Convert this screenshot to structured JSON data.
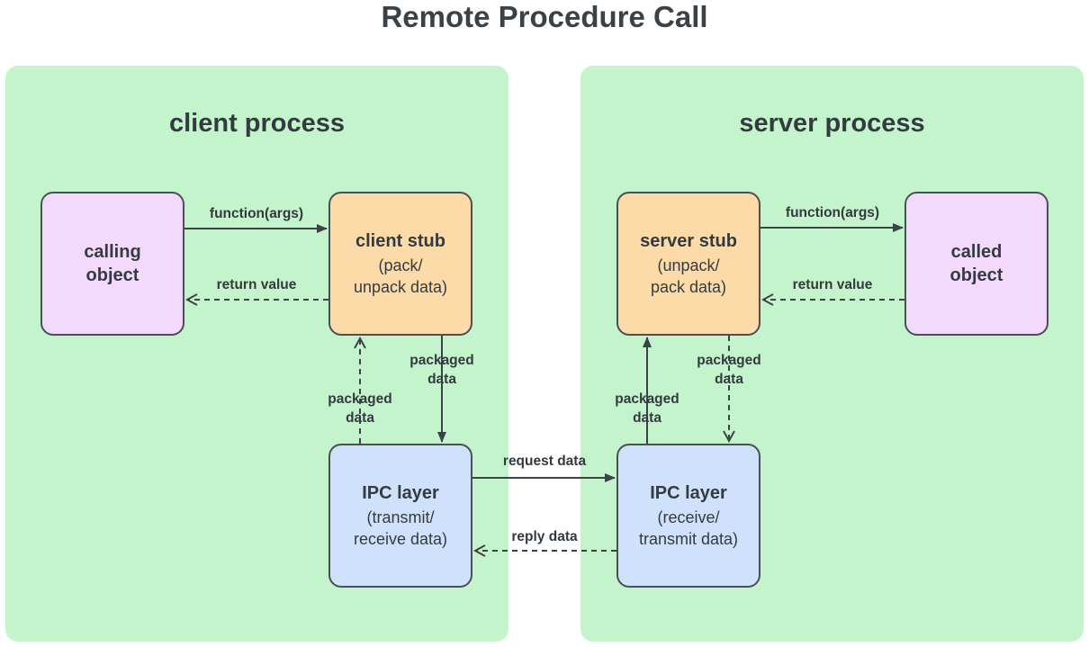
{
  "title": "Remote Procedure Call",
  "client": {
    "title": "client process",
    "calling_object": [
      "calling",
      "object"
    ],
    "stub": {
      "title": "client stub",
      "sub": [
        "(pack/",
        "unpack data)"
      ]
    },
    "ipc": {
      "title": "IPC layer",
      "sub": [
        "(transmit/",
        "receive data)"
      ]
    }
  },
  "server": {
    "title": "server process",
    "called_object": [
      "called",
      "object"
    ],
    "stub": {
      "title": "server stub",
      "sub": [
        "(unpack/",
        "pack data)"
      ]
    },
    "ipc": {
      "title": "IPC layer",
      "sub": [
        "(receive/",
        "transmit data)"
      ]
    }
  },
  "labels": {
    "client_call": "function(args)",
    "client_return": "return value",
    "client_packaged_down": [
      "packaged",
      "data"
    ],
    "client_packaged_up": [
      "packaged",
      "data"
    ],
    "request": "request data",
    "reply": "reply data",
    "server_call": "function(args)",
    "server_return": "return value",
    "server_packaged_up": [
      "packaged",
      "data"
    ],
    "server_packaged_down": [
      "packaged",
      "data"
    ]
  },
  "colors": {
    "panel": "#c4f4cb",
    "object_box": "#f3d9fb",
    "stub_box": "#fcdba9",
    "ipc_box": "#cfe1fb",
    "arrow": "#3c4247"
  }
}
